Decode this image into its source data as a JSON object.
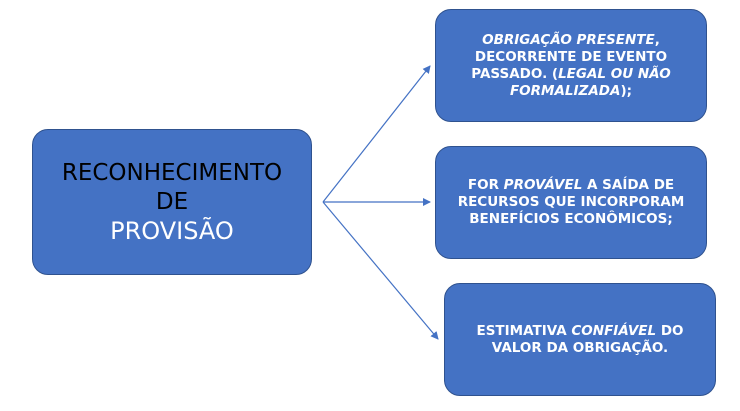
{
  "main": {
    "line1": "RECONHECIMENTO",
    "line2": "DE",
    "line3": "PROVISÃO"
  },
  "box1": {
    "l1": "OBRIGAÇÃO PRESENTE",
    "l1b": ",",
    "l2": "DECORRENTE DE EVENTO",
    "l3a": "PASSADO. (",
    "l3b": "LEGAL OU NÃO",
    "l4a": "FORMALIZADA",
    "l4b": ");"
  },
  "box2": {
    "l1a": "FOR ",
    "l1b": "PROVÁVEL",
    "l1c": " A SAÍDA DE",
    "l2": "RECURSOS QUE INCORPORAM",
    "l3": "BENEFÍCIOS ECONÔMICOS;"
  },
  "box3": {
    "l1a": "ESTIMATIVA ",
    "l1b": "CONFIÁVEL",
    "l1c": " DO",
    "l2": "VALOR DA OBRIGAÇÃO."
  },
  "colors": {
    "box_fill": "#4472c4",
    "box_border": "#2f528f",
    "arrow": "#4472c4"
  }
}
